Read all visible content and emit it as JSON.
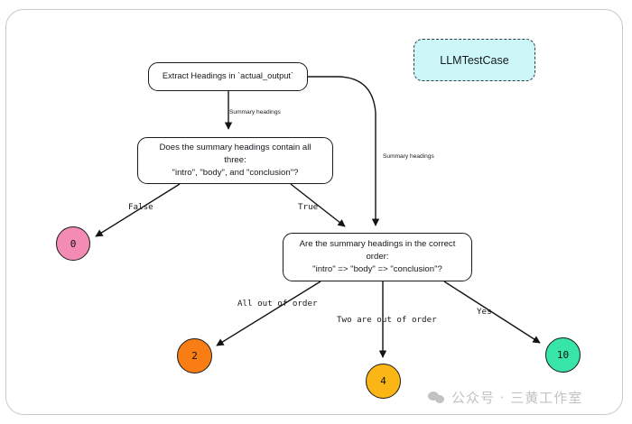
{
  "diagram": {
    "title_watermark": "公众号 · 三黄工作室",
    "watermark_icon": "wechat-icon",
    "colors": {
      "score_0": "#f48bb4",
      "score_2": "#f97d15",
      "score_4": "#fbb514",
      "score_10": "#37e6a7",
      "testcase_fill": "#ccf6f7",
      "stroke": "#1b1b1b",
      "frame_border": "#c9c9c9",
      "watermark": "#c2c2c2"
    },
    "nodes": {
      "extract": {
        "label": "Extract Headings in `actual_output`",
        "type": "process"
      },
      "contains": {
        "line1": "Does the summary headings contain all three:",
        "line2": "\"intro\", \"body\", and \"conclusion\"?",
        "type": "decision"
      },
      "order": {
        "line1": "Are the summary headings in the correct order:",
        "line2": "\"intro\" => \"body\" => \"conclusion\"?",
        "type": "decision"
      },
      "testcase": {
        "label": "LLMTestCase",
        "type": "input"
      },
      "score_zero": {
        "label": "0",
        "type": "score"
      },
      "score_two": {
        "label": "2",
        "type": "score"
      },
      "score_four": {
        "label": "4",
        "type": "score"
      },
      "score_ten": {
        "label": "10",
        "type": "score"
      }
    },
    "edges": [
      {
        "from": "extract",
        "to": "contains",
        "label": "Summary headings"
      },
      {
        "from": "extract",
        "to": "order",
        "label": "Summary headings"
      },
      {
        "from": "contains",
        "to": "score_zero",
        "label": "False"
      },
      {
        "from": "contains",
        "to": "order",
        "label": "True"
      },
      {
        "from": "order",
        "to": "score_two",
        "label": "All out of order"
      },
      {
        "from": "order",
        "to": "score_four",
        "label": "Two are out of order"
      },
      {
        "from": "order",
        "to": "score_ten",
        "label": "Yes"
      }
    ]
  }
}
